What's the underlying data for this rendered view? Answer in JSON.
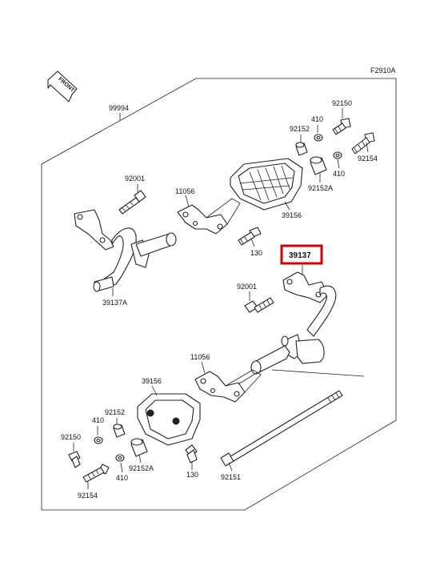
{
  "figure_code": "F2910A",
  "front_label": "FRONT",
  "highlight_color": "#d40000",
  "callouts": {
    "p99994": "99994",
    "p92150_top": "92150",
    "p410_top_a": "410",
    "p92152_top": "92152",
    "p92154_top": "92154",
    "p410_top_b": "410",
    "p92152A_top": "92152A",
    "p92001_top": "92001",
    "p11056_top": "11056",
    "p39156_top": "39156",
    "p130_top": "130",
    "p39137A": "39137A",
    "p39137": "39137",
    "p92001_mid": "92001",
    "p11056_bot": "11056",
    "p39156_bot": "39156",
    "p92152_bot": "92152",
    "p410_bot_a": "410",
    "p92150_bot": "92150",
    "p92152A_bot": "92152A",
    "p410_bot_b": "410",
    "p130_bot": "130",
    "p92151": "92151",
    "p92154_bot": "92154"
  }
}
